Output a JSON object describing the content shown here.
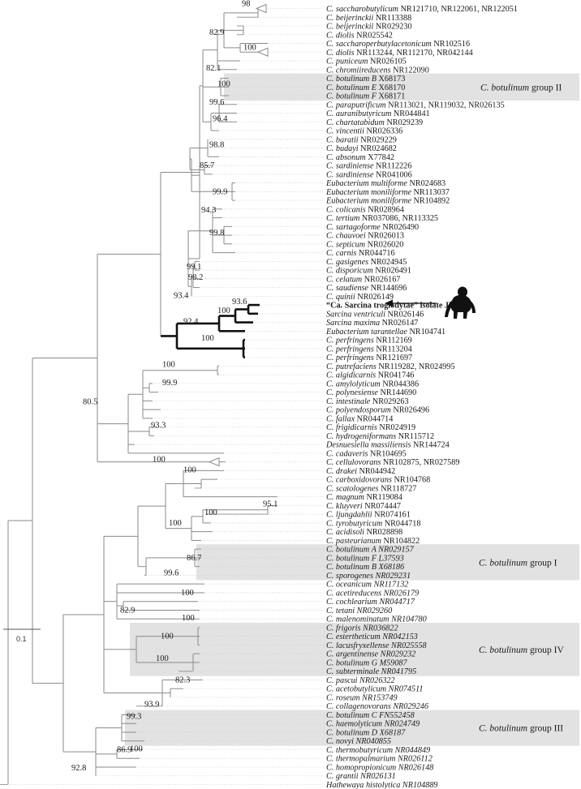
{
  "highlight_color": "#111111",
  "branch_color": "#8a8a8a",
  "group_box_color": "#e2e2e2",
  "scale_bar": {
    "label": "0.1"
  },
  "chimp_icon": "chimpanzee-silhouette-icon",
  "arrow_icon": "left-arrow-icon",
  "groups": [
    {
      "species": "C. botulinum",
      "label": " group II"
    },
    {
      "species": "C. botulinum",
      "label": " group I"
    },
    {
      "species": "C. botulinum",
      "label": " group IV"
    },
    {
      "species": "C. botulinum",
      "label": " group III"
    }
  ],
  "taxa": [
    {
      "sp": "C. saccharobutylicum",
      "acc": " NR121710, NR122061, NR122051"
    },
    {
      "sp": "C. beijerinckii",
      "acc": " NR113388"
    },
    {
      "sp": "C. beijerinckii",
      "acc": " NR029230"
    },
    {
      "sp": "C. diolis",
      "acc": " NR025542"
    },
    {
      "sp": "C. saccharoperbutylacetonicum",
      "acc": " NR102516"
    },
    {
      "sp": "C. diolis",
      "acc": " NR113244, NR112170, NR042144"
    },
    {
      "sp": "C. puniceum",
      "acc": " NR026105"
    },
    {
      "sp": "C. chromiireducens",
      "acc": " NR122090"
    },
    {
      "sp": "C. botulinum B",
      "acc": " X68173"
    },
    {
      "sp": "C. botulinum E",
      "acc": " X68170"
    },
    {
      "sp": "C. botulinum F",
      "acc": " X68171"
    },
    {
      "sp": "C. paraputrificum",
      "acc": " NR113021, NR119032, NR026135"
    },
    {
      "sp": "C. auranibutyricum",
      "acc": " NR044841"
    },
    {
      "sp": "C. chartatabidum",
      "acc": " NR029239"
    },
    {
      "sp": "C. vincentii",
      "acc": " NR026336"
    },
    {
      "sp": "C. baratii",
      "acc": " NR029229"
    },
    {
      "sp": "C. budayi",
      "acc": " NR024682"
    },
    {
      "sp": "C. absonum",
      "acc": " X77842"
    },
    {
      "sp": "C. sardiniense",
      "acc": " NR112226"
    },
    {
      "sp": "C. sardiniense",
      "acc": " NR041006"
    },
    {
      "sp": "Eubacterium multiforme",
      "acc": " NR024683"
    },
    {
      "sp": "Eubacterium moniliforme",
      "acc": " NR113037"
    },
    {
      "sp": "Eubacterium moniliforme",
      "acc": " NR104892"
    },
    {
      "sp": "C. colicanis",
      "acc": " NR028964"
    },
    {
      "sp": "C. tertium",
      "acc": " NR037086, NR113325"
    },
    {
      "sp": "C. sartagoforme",
      "acc": " NR026490"
    },
    {
      "sp": "C. chauvoei",
      "acc": " NR026013"
    },
    {
      "sp": "C. septicum",
      "acc": " NR026020"
    },
    {
      "sp": "C. carnis",
      "acc": " NR044716"
    },
    {
      "sp": "C. gasigenes",
      "acc": " NR024945"
    },
    {
      "sp": "C. disporicum",
      "acc": " NR026491"
    },
    {
      "sp": "C. celatum",
      "acc": " NR026167"
    },
    {
      "sp": "C. saudiense",
      "acc": " NR144696"
    },
    {
      "sp": "C. quinii",
      "acc": " NR026149"
    },
    {
      "sp": "“Ca. Sarcina troglodytae” isolate JB1",
      "acc": "",
      "bold": true
    },
    {
      "sp": "Sarcina ventriculi",
      "acc": " NR026146"
    },
    {
      "sp": "Sarcina maxima",
      "acc": " NR026147"
    },
    {
      "sp": "Eubacterium tarantellae",
      "acc": " NR104741"
    },
    {
      "sp": "C. perfringens",
      "acc": " NR112169"
    },
    {
      "sp": "C. perfringens",
      "acc": " NR113204"
    },
    {
      "sp": "C. perfringens",
      "acc": " NR121697"
    },
    {
      "sp": "C. putrefaciens",
      "acc": " NR119282, NR024995"
    },
    {
      "sp": "C. algidicarnis",
      "acc": " NR041746"
    },
    {
      "sp": "C. amylolyticum",
      "acc": " NR044386"
    },
    {
      "sp": "C. polynesiense",
      "acc": " NR144690"
    },
    {
      "sp": "C. intestinale",
      "acc": " NR029263"
    },
    {
      "sp": "C. polyendosporum",
      "acc": " NR026496"
    },
    {
      "sp": "C. fallax",
      "acc": " NR044714"
    },
    {
      "sp": "C. frigidicarnis",
      "acc": " NR024919"
    },
    {
      "sp": "C. hydrogeniformans",
      "acc": " NR115712"
    },
    {
      "sp": "Desnuesiella massiliensis",
      "acc": " NR144724"
    },
    {
      "sp": "C. cadaveris",
      "acc": " NR104695"
    },
    {
      "sp": "C. cellulovorans",
      "acc": " NR102875, NR027589"
    },
    {
      "sp": "C. drakei",
      "acc": " NR044942"
    },
    {
      "sp": "C. carboxidovorans",
      "acc": " NR104768"
    },
    {
      "sp": "C. scatologenes",
      "acc": " NR118727"
    },
    {
      "sp": "C. magnum",
      "acc": " NR119084"
    },
    {
      "sp": "C. kluyveri",
      "acc": " NR074447"
    },
    {
      "sp": "C. ljungdahlii",
      "acc": " NR074161"
    },
    {
      "sp": "C. tyrobutyricum",
      "acc": " NR044718"
    },
    {
      "sp": "C. acidisoli",
      "acc": " NR028898"
    },
    {
      "sp": "C. pasteurianum",
      "acc": " NR104822"
    },
    {
      "sp": "C. botulinum A NR029157",
      "acc": ""
    },
    {
      "sp": "C. botulinum F L37593",
      "acc": ""
    },
    {
      "sp": "C. botulinum B X68186",
      "acc": ""
    },
    {
      "sp": "C. sporogenes NR029231",
      "acc": ""
    },
    {
      "sp": "C. oceanicum NR117132",
      "acc": ""
    },
    {
      "sp": "C. acetireducens NR026179",
      "acc": ""
    },
    {
      "sp": "C. cochlearium NR044717",
      "acc": ""
    },
    {
      "sp": "C. tetani NR029260",
      "acc": ""
    },
    {
      "sp": "C. malenominatum NR104780",
      "acc": ""
    },
    {
      "sp": "C. frigoris NR036822",
      "acc": ""
    },
    {
      "sp": "C. estertheticum NR042153",
      "acc": ""
    },
    {
      "sp": "C. lacusfryxellense NR025558",
      "acc": ""
    },
    {
      "sp": "C. argentinense NR029232",
      "acc": ""
    },
    {
      "sp": "C. botulinum G M59087",
      "acc": ""
    },
    {
      "sp": "C. subterminale NR041795",
      "acc": ""
    },
    {
      "sp": "C. pascui NR026322",
      "acc": ""
    },
    {
      "sp": "C. acetobutylicum NR074511",
      "acc": ""
    },
    {
      "sp": "C. roseum NR153749",
      "acc": ""
    },
    {
      "sp": "C. collagenovorans NR029246",
      "acc": ""
    },
    {
      "sp": "C. botulinum C FN552458",
      "acc": ""
    },
    {
      "sp": "C. haemolyticum NR024749",
      "acc": ""
    },
    {
      "sp": "C. botulinum D X68187",
      "acc": ""
    },
    {
      "sp": "C. novyi NR040855",
      "acc": ""
    },
    {
      "sp": "C. thermobutyricum NR044849",
      "acc": ""
    },
    {
      "sp": "C. thermopalmarium NR026112",
      "acc": ""
    },
    {
      "sp": "C. homopropionicum NR026148",
      "acc": ""
    },
    {
      "sp": "C. grantii NR026131",
      "acc": ""
    },
    {
      "sp": "Hathewaya histolytica NR104889",
      "acc": ""
    }
  ],
  "bootstrap": [
    "98",
    "100",
    "82.9",
    "82.1",
    "100",
    "99.6",
    "96.4",
    "98.8",
    "85.7",
    "99.9",
    "94.3",
    "99.8",
    "99.1",
    "98.2",
    "93.4",
    "93.6",
    "100",
    "92.4",
    "100",
    "100",
    "99.9",
    "80.5",
    "93.3",
    "100",
    "100",
    "95.1",
    "100",
    "100",
    "86.7",
    "99.6",
    "100",
    "82.9",
    "100",
    "100",
    "100",
    "93.9",
    "82.3",
    "99.3",
    "100",
    "86.9",
    "92.8"
  ]
}
